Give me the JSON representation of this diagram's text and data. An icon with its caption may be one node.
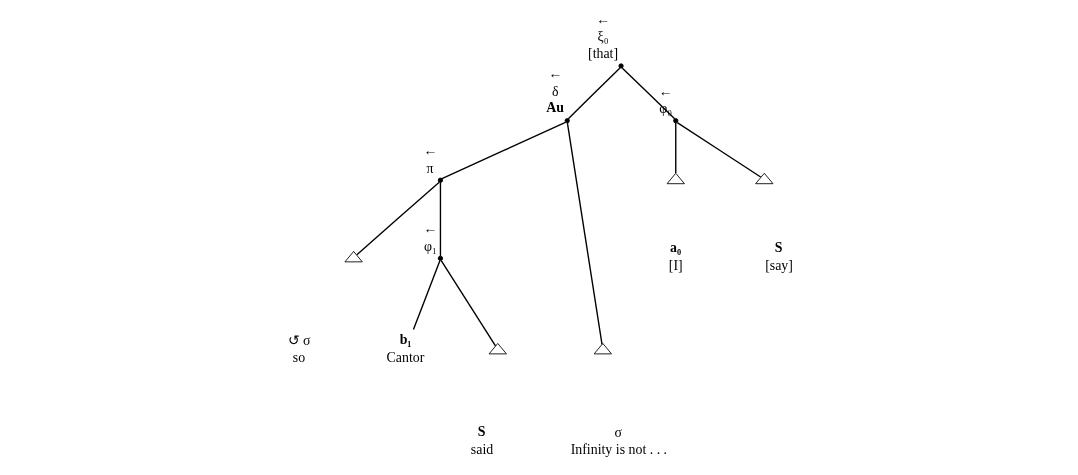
{
  "diagram": {
    "nodes": [
      {
        "text": [],
        "shape": "circle",
        "beside": [
          "←",
          "ξ₀",
          "[that]"
        ]
      },
      {
        "text": [],
        "shape": "circle",
        "beside": [
          "←",
          "δ",
          "Au"
        ]
      },
      {
        "text": [],
        "shape": "circle",
        "beside": [
          "←",
          "φ₀"
        ]
      },
      {
        "text": [],
        "shape": "triangle",
        "beside": [
          "a₀",
          "[I]"
        ]
      },
      {
        "text": [],
        "shape": "triangle",
        "beside": [
          "S",
          "[say]"
        ]
      },
      {
        "text": [],
        "shape": "circle",
        "beside": [
          "←",
          "π"
        ]
      },
      {
        "text": [],
        "shape": "triangle",
        "beside": [
          "σ",
          "Infinity is not . . ."
        ]
      },
      {
        "text": [],
        "shape": "triangle",
        "beside": [
          "↺ σ",
          "so"
        ]
      },
      {
        "text": [],
        "shape": "circle",
        "beside": [
          "←",
          "φ₁"
        ]
      },
      {
        "text": [
          "b₁",
          "Cantor"
        ]
      },
      {
        "text": [],
        "shape": "triangle",
        "beside": [
          "S",
          "said"
        ]
      }
    ],
    "edges": [
      {
        "from": 0,
        "to": 1,
        "arrow": "none"
      },
      {
        "from": 0,
        "to": 2,
        "arrow": "none"
      },
      {
        "from": 2,
        "to": 3,
        "arrow": "none"
      },
      {
        "from": 2,
        "to": 4,
        "arrow": "none"
      },
      {
        "from": 1,
        "to": 5,
        "arrow": "none"
      },
      {
        "from": 1,
        "to": 6,
        "arrow": "none"
      },
      {
        "from": 5,
        "to": 7,
        "arrow": "none"
      },
      {
        "from": 5,
        "to": 8,
        "arrow": "none"
      },
      {
        "from": 8,
        "to": 9,
        "arrow": "none"
      },
      {
        "from": 8,
        "to": 10,
        "arrow": "none"
      }
    ]
  }
}
